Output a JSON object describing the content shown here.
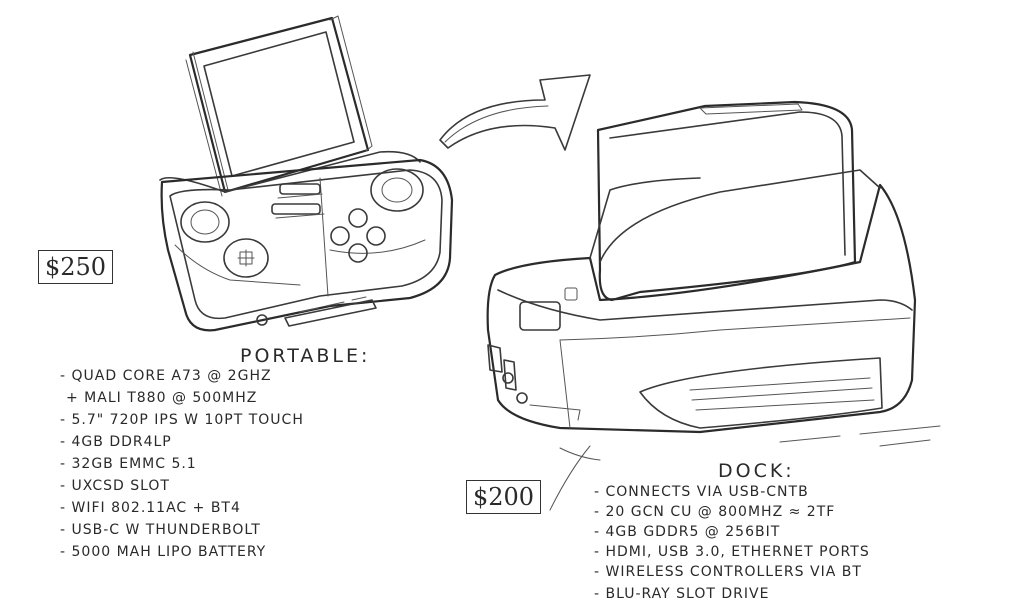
{
  "portable": {
    "price": "$250",
    "heading": "PORTABLE:",
    "specs": [
      "- QUAD CORE A73 @ 2GHz",
      "+ MALI T880 @ 500MHz",
      "- 5.7\" 720P IPS w 10PT TOUCH",
      "- 4GB DDR4LP",
      "- 32GB eMMC 5.1",
      "- uXCSD slot",
      "- WIFI 802.11AC + BT4",
      "- USB-C w THUNDERBOLT",
      "- 5000 mAH LIPO BATTERY"
    ]
  },
  "dock": {
    "price": "$200",
    "heading": "DOCK:",
    "specs": [
      "- CONNECTS VIA USB-CNTB",
      "- 20 GCN CU @ 800MHz ≈ 2TF",
      "- 4GB GDDR5 @ 256bit",
      "- HDMI, USB 3.0, ETHERNET PORTS",
      "- WIRELESS CONTROLLERS VIA BT",
      "- BLU-RAY SLOT DRIVE"
    ]
  }
}
